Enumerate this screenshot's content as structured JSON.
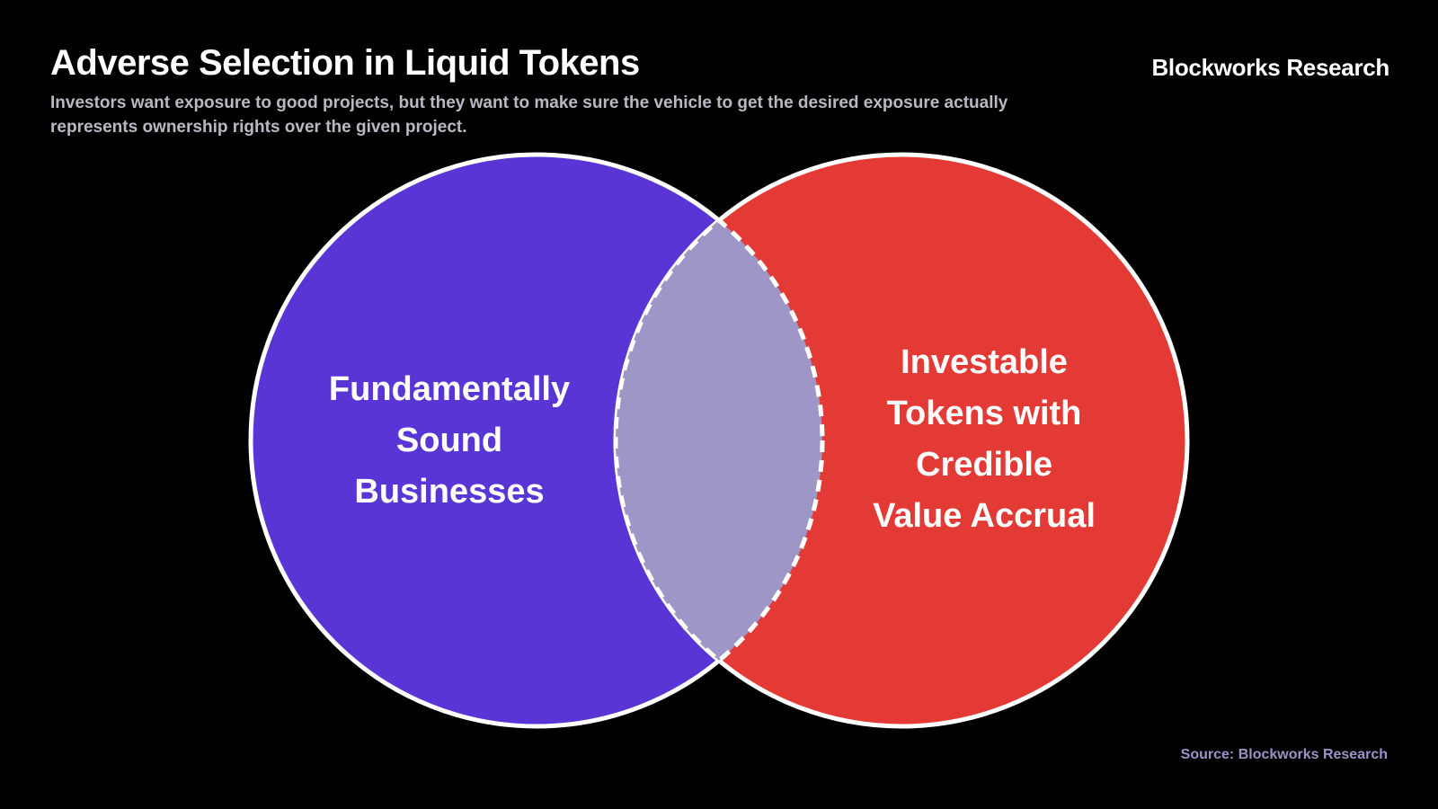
{
  "header": {
    "title": "Adverse Selection in Liquid Tokens",
    "subtitle": "Investors want exposure to good projects, but they want to make sure the vehicle to get the desired exposure actually represents ownership rights over the given project.",
    "brand": "Blockworks Research"
  },
  "diagram": {
    "left_circle": {
      "label": "Fundamentally\nSound\nBusinesses",
      "color": "#5a35d6"
    },
    "right_circle": {
      "label": "Investable\nTokens with\nCredible\nValue Accrual",
      "color": "#e43a36"
    },
    "overlap": {
      "color": "#9e96c6"
    },
    "outline_color": "#ffffff"
  },
  "footer": {
    "source": "Source: Blockworks Research"
  }
}
